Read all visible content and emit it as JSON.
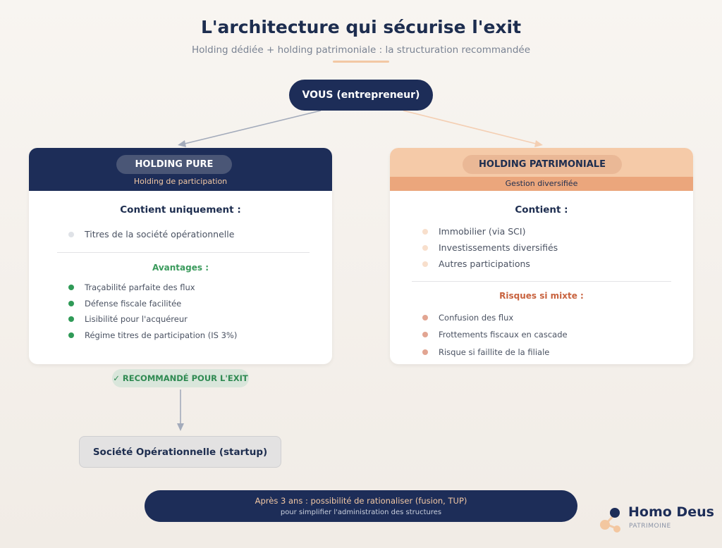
{
  "header": {
    "title": "L'architecture qui sécurise l'exit",
    "subtitle": "Holding dédiée + holding patrimoniale : la structuration recommandée"
  },
  "root": {
    "label": "VOUS (entrepreneur)"
  },
  "holding_pure": {
    "title": "HOLDING PURE",
    "subtitle": "Holding de participation",
    "contains_title": "Contient uniquement :",
    "contains": [
      "Titres de la société opérationnelle"
    ],
    "advantages_title": "Avantages :",
    "advantages": [
      "Traçabilité parfaite des flux",
      "Défense fiscale facilitée",
      "Lisibilité pour l'acquéreur",
      "Régime titres de participation (IS 3%)"
    ],
    "badge": "✓ RECOMMANDÉ POUR L'EXIT"
  },
  "holding_patrimoniale": {
    "title": "HOLDING PATRIMONIALE",
    "subtitle": "Gestion diversifiée",
    "contains_title": "Contient :",
    "contains": [
      "Immobilier (via SCI)",
      "Investissements diversifiés",
      "Autres participations"
    ],
    "risks_title": "Risques si mixte :",
    "risks": [
      "Confusion des flux",
      "Frottements fiscaux en cascade",
      "Risque si faillite de la filiale"
    ]
  },
  "operational": {
    "label": "Société Opérationnelle (startup)"
  },
  "footer": {
    "line1": "Après 3 ans : possibilité de rationaliser (fusion, TUP)",
    "line2": "pour simplifier l'administration des structures"
  },
  "logo": {
    "name": "Homo Deus",
    "tagline": "PATRIMOINE"
  },
  "colors": {
    "navy": "#1d2d58",
    "peach": "#f5caa8",
    "orange": "#eba67c",
    "green": "#2f9a57",
    "red": "#c8623e"
  }
}
